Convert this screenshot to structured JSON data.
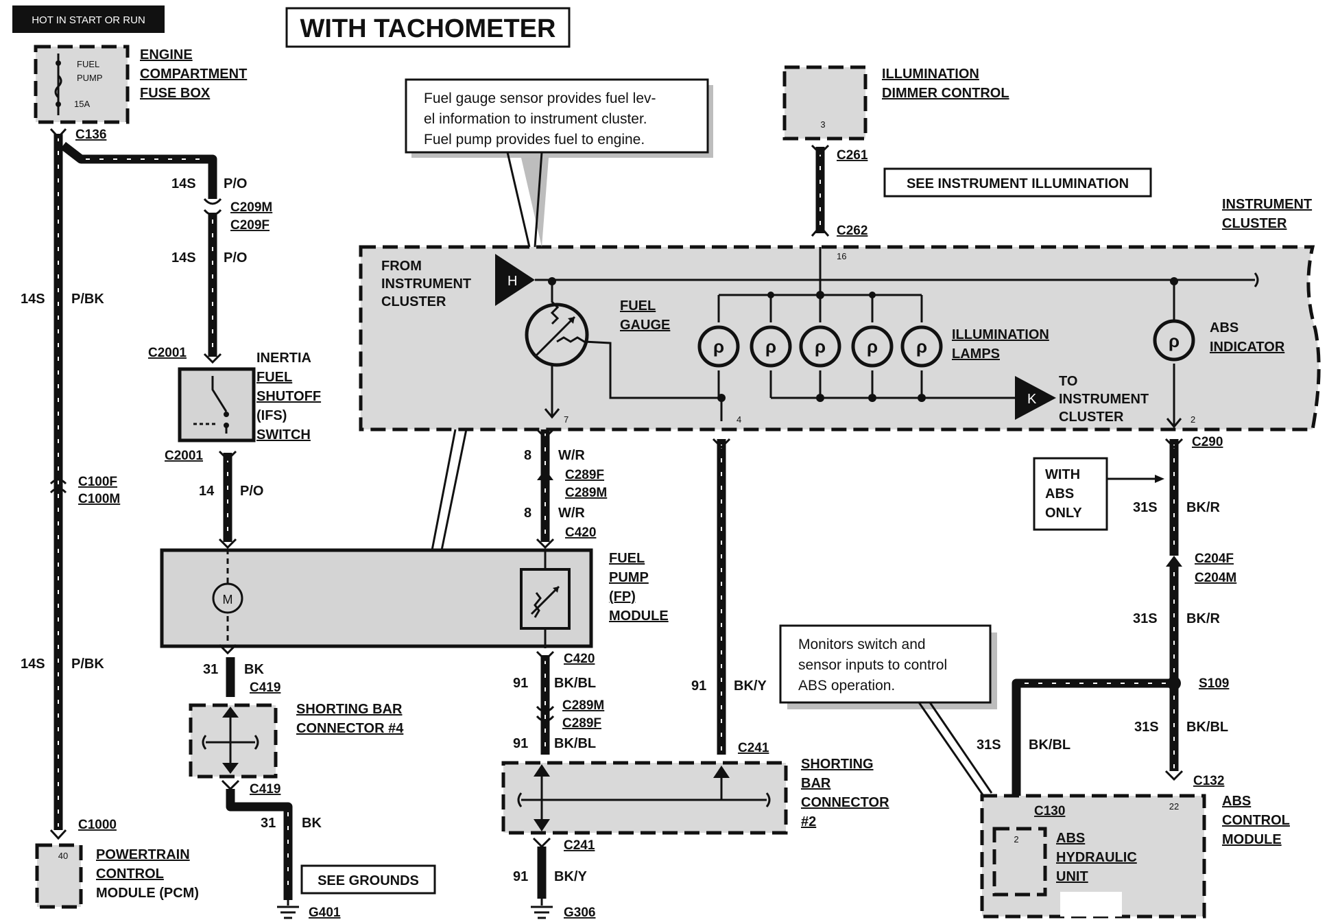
{
  "header": {
    "power_label": "HOT IN START OR RUN",
    "title": "WITH TACHOMETER"
  },
  "notes": {
    "fuel_line1": "Fuel gauge sensor provides fuel lev-",
    "fuel_line2": "el information to instrument cluster.",
    "fuel_line3": "Fuel pump provides fuel to engine.",
    "abs_line1": "Monitors switch and",
    "abs_line2": "sensor inputs to control",
    "abs_line3": "ABS operation.",
    "see_illum": "SEE INSTRUMENT ILLUMINATION",
    "see_grounds": "SEE GROUNDS",
    "abs_only_1": "WITH",
    "abs_only_2": "ABS",
    "abs_only_3": "ONLY"
  },
  "components": {
    "fuse_box": [
      "ENGINE",
      "COMPARTMENT",
      "FUSE BOX"
    ],
    "fuse_inner": [
      "FUEL",
      "PUMP",
      "15A"
    ],
    "inertia": [
      "INERTIA",
      "FUEL",
      "SHUTOFF",
      "(IFS)",
      "SWITCH"
    ],
    "dimmer": [
      "ILLUMINATION",
      "DIMMER CONTROL"
    ],
    "dimmer_pin": "3",
    "cluster": [
      "INSTRUMENT",
      "CLUSTER"
    ],
    "from_cluster": [
      "FROM",
      "INSTRUMENT",
      "CLUSTER"
    ],
    "to_cluster": [
      "TO",
      "INSTRUMENT",
      "CLUSTER"
    ],
    "fuel_gauge": [
      "FUEL",
      "GAUGE"
    ],
    "illum_lamps": [
      "ILLUMINATION",
      "LAMPS"
    ],
    "abs_indicator": [
      "ABS",
      "INDICATOR"
    ],
    "fp_module": [
      "FUEL",
      "PUMP",
      "(FP)",
      "MODULE"
    ],
    "shorting4": [
      "SHORTING BAR",
      "CONNECTOR #4"
    ],
    "shorting2": [
      "SHORTING",
      "BAR",
      "CONNECTOR",
      "#2"
    ],
    "pcm": [
      "POWERTRAIN",
      "CONTROL",
      "MODULE (PCM)"
    ],
    "pcm_pin": "40",
    "abs_module": [
      "ABS",
      "CONTROL",
      "MODULE"
    ],
    "abs_hydraulic": [
      "ABS",
      "HYDRAULIC",
      "UNIT"
    ],
    "hydraulic_pin": "2",
    "abs_module_pin": "22",
    "connector_h": "H",
    "connector_k": "K",
    "motor": "M",
    "lamp_glyph": "ρ"
  },
  "connectors": {
    "c136": "C136",
    "c209m": "C209M",
    "c209f": "C209F",
    "c2001a": "C2001",
    "c2001b": "C2001",
    "c100f": "C100F",
    "c100m": "C100M",
    "c1000": "C1000",
    "c261": "C261",
    "c262": "C262",
    "c289f": "C289F",
    "c289m_a": "C289M",
    "c420a": "C420",
    "c420b": "C420",
    "c289m_b": "C289M",
    "c289f_b": "C289F",
    "c241a": "C241",
    "c241b": "C241",
    "c419a": "C419",
    "c419b": "C419",
    "c290": "C290",
    "c204f": "C204F",
    "c204m": "C204M",
    "s109": "S109",
    "c132": "C132",
    "c130": "C130",
    "g401": "G401",
    "g306": "G306"
  },
  "pins": {
    "p16": "16",
    "p7": "7",
    "p4": "4",
    "p2": "2"
  },
  "wires": {
    "w14s_pbk_a": "14S",
    "pbk_a": "P/BK",
    "w14s_pbk_b": "14S",
    "pbk_b": "P/BK",
    "w14s_po_a": "14S",
    "po_a": "P/O",
    "w14s_po_b": "14S",
    "po_b": "P/O",
    "w14_po": "14",
    "po_c": "P/O",
    "w8_a": "8",
    "wr_a": "W/R",
    "w8_b": "8",
    "wr_b": "W/R",
    "w31_a": "31",
    "bk_a": "BK",
    "w31_b": "31",
    "bk_b": "BK",
    "w91_a": "91",
    "bkbl_a": "BK/BL",
    "w91_b": "91",
    "bkbl_b": "BK/BL",
    "w91_c": "91",
    "bky_a": "BK/Y",
    "w91_d": "91",
    "bky_b": "BK/Y",
    "w31s_a": "31S",
    "bkr_a": "BK/R",
    "w31s_b": "31S",
    "bkr_b": "BK/R",
    "w31s_c": "31S",
    "bkbl_c": "BK/BL",
    "w31s_d": "31S",
    "bkbl_d": "BK/BL"
  },
  "colors": {
    "ink": "#111111",
    "shade": "#d9d9d9",
    "paper": "#ffffff"
  }
}
